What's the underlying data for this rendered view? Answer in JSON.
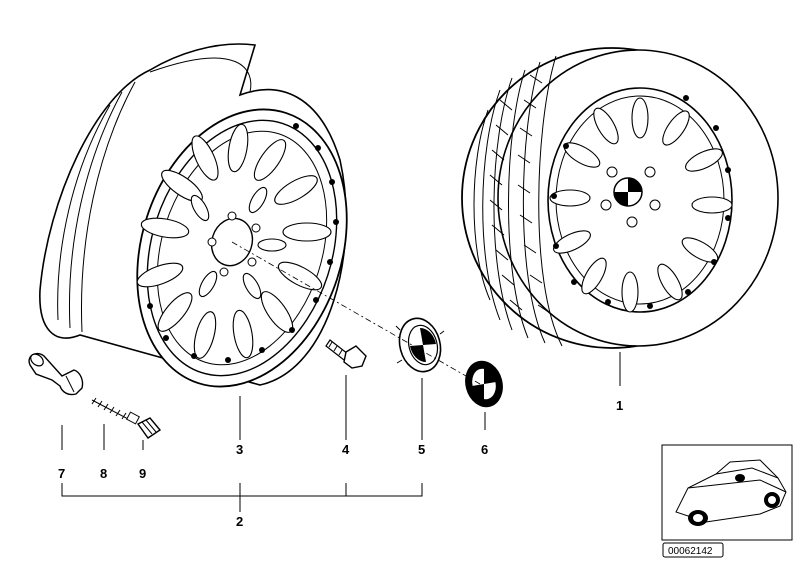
{
  "callouts": {
    "c1": "1",
    "c2": "2",
    "c3": "3",
    "c4": "4",
    "c5": "5",
    "c6": "6",
    "c7": "7",
    "c8": "8",
    "c9": "9"
  },
  "reference": {
    "code": "00062142"
  },
  "icons": [
    "wheel-rim-icon",
    "complete-wheel-tire-icon",
    "valve-stem-icon",
    "valve-insert-icon",
    "valve-cap-icon",
    "wheel-bolt-icon",
    "hub-cap-icon",
    "emblem-icon",
    "car-locator-icon"
  ],
  "colors": {
    "line": "#000000",
    "background": "#ffffff"
  }
}
